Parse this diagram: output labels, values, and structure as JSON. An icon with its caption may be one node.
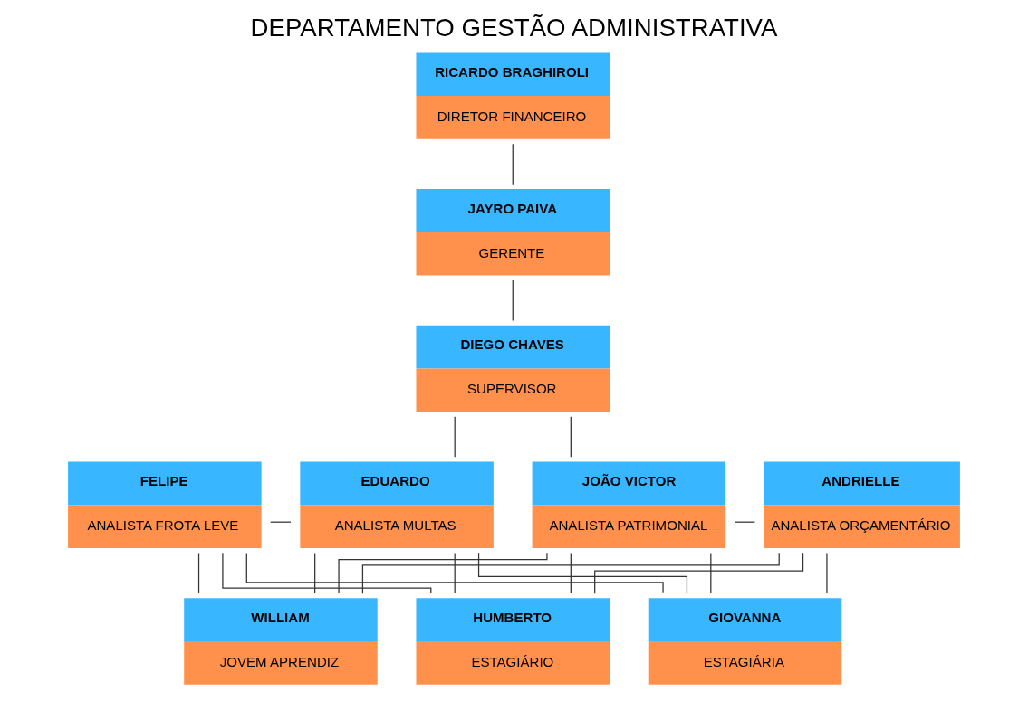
{
  "diagram": {
    "title": "DEPARTAMENTO GESTÃO ADMINISTRATIVA",
    "nodes": [
      {
        "text": [
          "RICARDO BRAGHIROLI",
          "DIRETOR FINANCEIRO"
        ]
      },
      {
        "text": [
          "JAYRO PAIVA",
          "GERENTE"
        ]
      },
      {
        "text": [
          "DIEGO CHAVES",
          "SUPERVISOR"
        ]
      },
      {
        "text": [
          "FELIPE",
          "ANALISTA FROTA LEVE"
        ]
      },
      {
        "text": [
          "EDUARDO",
          "ANALISTA MULTAS"
        ]
      },
      {
        "text": [
          "JOÃO VICTOR",
          "ANALISTA PATRIMONIAL"
        ]
      },
      {
        "text": [
          "ANDRIELLE",
          "ANALISTA ORÇAMENTÁRIO"
        ]
      },
      {
        "text": [
          "WILLIAM",
          "JOVEM APRENDIZ"
        ]
      },
      {
        "text": [
          "HUMBERTO",
          "ESTAGIÁRIO"
        ]
      },
      {
        "text": [
          "GIOVANNA",
          "ESTAGIÁRIA"
        ]
      }
    ],
    "edges": [
      {
        "from": 0,
        "to": 1,
        "arrow": "none"
      },
      {
        "from": 1,
        "to": 2,
        "arrow": "none"
      },
      {
        "from": 2,
        "to": 4,
        "arrow": "none"
      },
      {
        "from": 2,
        "to": 5,
        "arrow": "none"
      },
      {
        "from": 3,
        "to": 4,
        "arrow": "none"
      },
      {
        "from": 5,
        "to": 6,
        "arrow": "none"
      },
      {
        "from": 3,
        "to": 7,
        "arrow": "none"
      },
      {
        "from": 3,
        "to": 8,
        "arrow": "none"
      },
      {
        "from": 3,
        "to": 9,
        "arrow": "none"
      },
      {
        "from": 4,
        "to": 7,
        "arrow": "none"
      },
      {
        "from": 4,
        "to": 8,
        "arrow": "none"
      },
      {
        "from": 4,
        "to": 9,
        "arrow": "none"
      },
      {
        "from": 5,
        "to": 7,
        "arrow": "none"
      },
      {
        "from": 5,
        "to": 8,
        "arrow": "none"
      },
      {
        "from": 5,
        "to": 9,
        "arrow": "none"
      },
      {
        "from": 6,
        "to": 7,
        "arrow": "none"
      },
      {
        "from": 6,
        "to": 8,
        "arrow": "none"
      },
      {
        "from": 6,
        "to": 9,
        "arrow": "none"
      }
    ]
  }
}
